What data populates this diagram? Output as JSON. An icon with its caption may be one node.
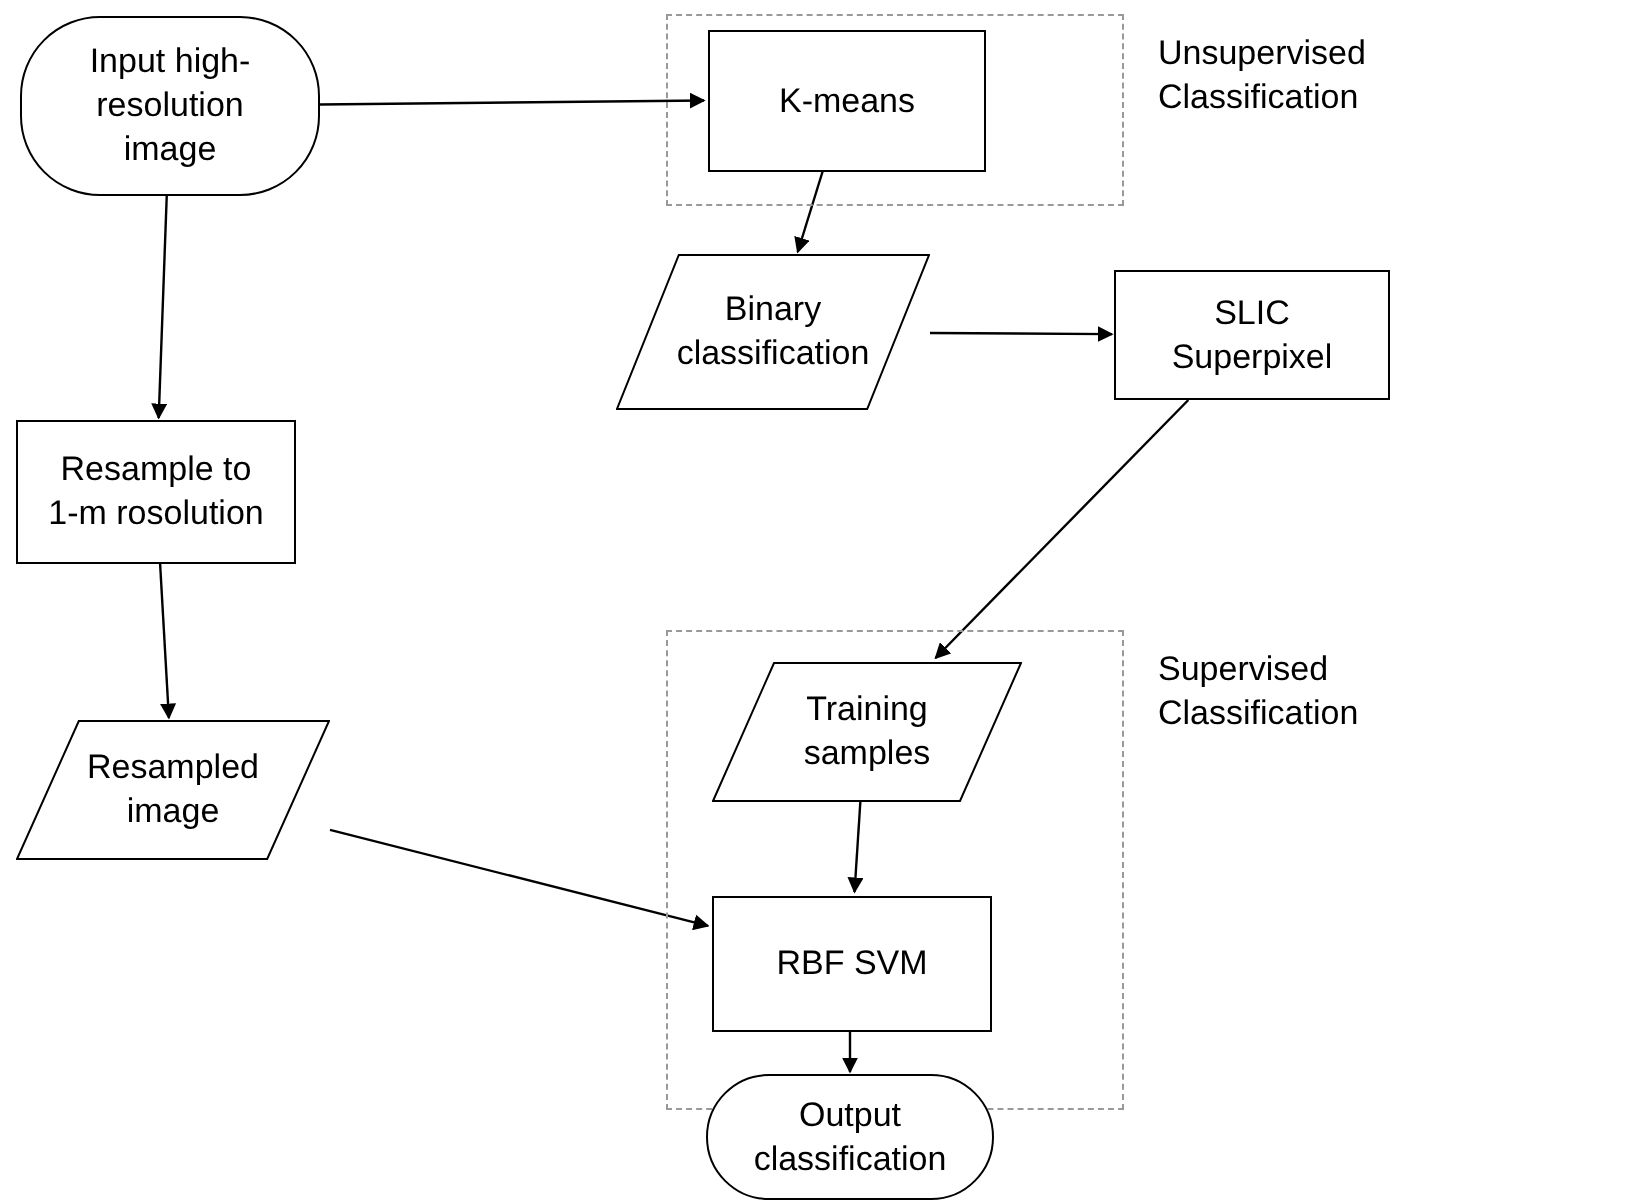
{
  "diagram": {
    "nodes": [
      {
        "text": [
          "Input high-resolution image"
        ]
      },
      {
        "text": [
          "Unsupervised Classification"
        ]
      },
      {
        "text": [
          "K-means"
        ],
        "in": 1
      },
      {
        "text": [
          "Binary classification"
        ]
      },
      {
        "text": [
          "SLIC Superpixel"
        ]
      },
      {
        "text": [
          "Resample to 1-m rosolution"
        ]
      },
      {
        "text": [
          "Resampled image"
        ]
      },
      {
        "text": [
          "Supervised Classification"
        ]
      },
      {
        "text": [
          "Training samples"
        ],
        "in": 7
      },
      {
        "text": [
          "RBF SVM"
        ],
        "in": 7
      },
      {
        "text": [
          "Output classification"
        ]
      }
    ],
    "edges": [
      {
        "from": 0,
        "to": 2,
        "arrow": "to"
      },
      {
        "from": 0,
        "to": 5,
        "arrow": "to"
      },
      {
        "from": 2,
        "to": 3,
        "arrow": "to"
      },
      {
        "from": 3,
        "to": 4,
        "arrow": "to"
      },
      {
        "from": 4,
        "to": 8,
        "arrow": "to"
      },
      {
        "from": 5,
        "to": 6,
        "arrow": "to"
      },
      {
        "from": 6,
        "to": 9,
        "arrow": "to"
      },
      {
        "from": 8,
        "to": 9,
        "arrow": "to"
      },
      {
        "from": 9,
        "to": 10,
        "arrow": "to"
      }
    ]
  }
}
